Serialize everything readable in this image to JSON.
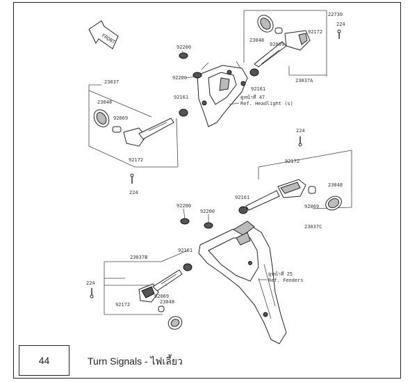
{
  "page_number": "44",
  "caption": "Turn Signals - ไฟเลี้ยว",
  "labels": {
    "ref_headlight_th": "ดูหน้าที่ 47",
    "ref_headlight": "Ref. Headlight (s)",
    "ref_fenders_th": "ดูหน้าที่ 25",
    "ref_fenders": "Ref. Fenders",
    "p23037": "23037",
    "p23037a": "23037A",
    "p23037b": "23037B",
    "p23037c": "23037C",
    "p23048_fl": "23048",
    "p23048_fr": "23048",
    "p23048_rr": "23048",
    "p23048_rl": "23048",
    "p92069_fl": "92069",
    "p92069_fr": "92069",
    "p92069_rr": "92069",
    "p92069_rl": "92069",
    "p92172_fl": "92172",
    "p92172_fr": "92172",
    "p92172_rr": "92172",
    "p92172_rl": "92172",
    "p92161_fl": "92161",
    "p92161_fr": "92161",
    "p92161_rr": "92161",
    "p92161_rl": "92161",
    "p92200_a": "92200",
    "p92200_b": "92200",
    "p92200_c": "92200",
    "p92200_d": "92200",
    "p224_a": "224",
    "p224_b": "224",
    "p224_c": "224",
    "p224_d": "224",
    "p22730": "22730",
    "front": "FRONT"
  }
}
